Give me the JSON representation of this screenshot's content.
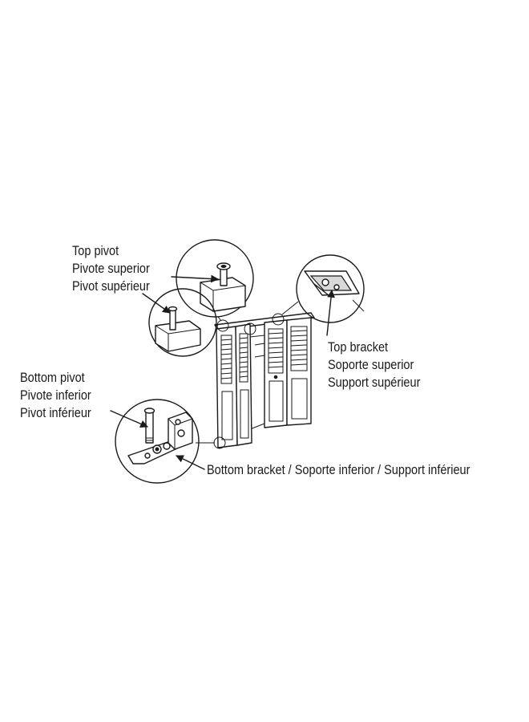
{
  "labels": {
    "top_pivot": [
      "Top pivot",
      "Pivote superior",
      "Pivot supérieur"
    ],
    "top_bracket": [
      "Top bracket",
      "Soporte superior",
      "Support supérieur"
    ],
    "bottom_pivot": [
      "Bottom pivot",
      "Pivote inferior",
      "Pivot inférieur"
    ],
    "bottom_bracket": "Bottom bracket / Soporte inferior / Support inférieur"
  },
  "colors": {
    "ink": "#1a1a1a",
    "background": "#ffffff"
  }
}
